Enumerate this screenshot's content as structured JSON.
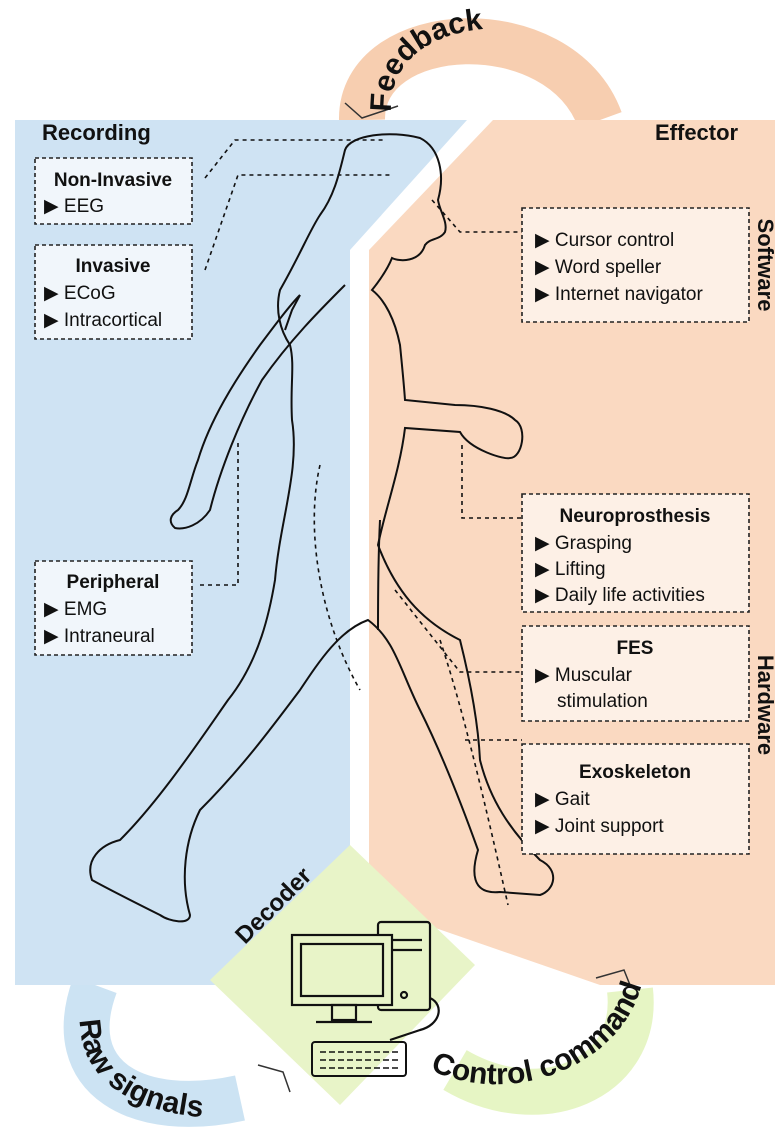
{
  "colors": {
    "recording_bg": "#cfe3f3",
    "effector_bg": "#fad9c1",
    "decoder_bg": "#e8f4c8",
    "feedback_arc": "#f7ceb0",
    "raw_arc": "#cce3f3",
    "control_arc": "#e6f5c4",
    "box_recording": "#f1f6fb",
    "box_effector": "#fdf0e6"
  },
  "recording": {
    "header": "Recording",
    "boxes": [
      {
        "title": "Non-Invasive",
        "items": [
          "EEG"
        ]
      },
      {
        "title": "Invasive",
        "items": [
          "ECoG",
          "Intracortical"
        ]
      },
      {
        "title": "Peripheral",
        "items": [
          "EMG",
          "Intraneural"
        ]
      }
    ]
  },
  "effector": {
    "header": "Effector",
    "software_label": "Software",
    "hardware_label": "Hardware",
    "boxes": [
      {
        "title": "",
        "items": [
          "Cursor control",
          "Word speller",
          "Internet navigator"
        ]
      },
      {
        "title": "Neuroprosthesis",
        "items": [
          "Grasping",
          "Lifting",
          "Daily life activities"
        ]
      },
      {
        "title": "FES",
        "items": [
          "Muscular",
          "stimulation"
        ]
      },
      {
        "title": "Exoskeleton",
        "items": [
          "Gait",
          "Joint support"
        ]
      }
    ]
  },
  "decoder": {
    "label": "Decoder"
  },
  "arcs": {
    "feedback": "Feedback",
    "raw_signals": "Raw signals",
    "control_command": "Control command"
  },
  "bullet": "▶",
  "icons": [
    "computer-icon",
    "keyboard-icon"
  ]
}
